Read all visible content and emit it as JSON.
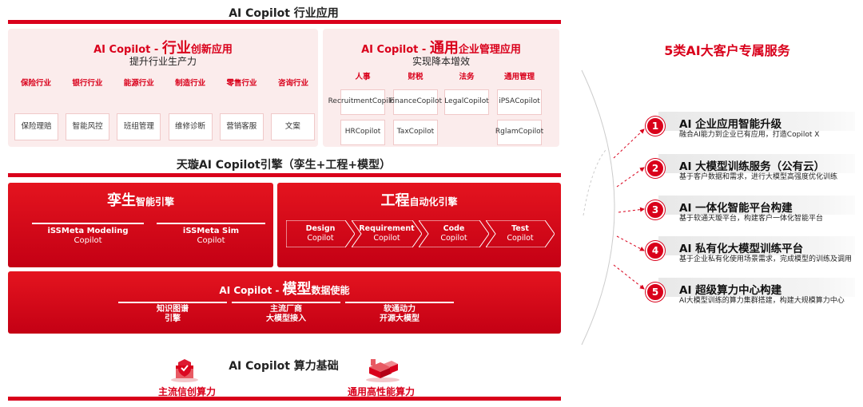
{
  "header": {
    "title": "AI Copilot 行业应用"
  },
  "industry_panel": {
    "title_prefix": "AI Copilot - ",
    "title_big": "行业",
    "title_suffix": "创新应用",
    "subtitle": "提升行业生产力",
    "industries": [
      "保险行业",
      "银行行业",
      "能源行业",
      "制造行业",
      "零售行业",
      "咨询行业"
    ],
    "apps": [
      "保险理赔",
      "智能风控",
      "班组管理",
      "维修诊断",
      "营销客服",
      "文案"
    ]
  },
  "general_panel": {
    "title_prefix": "AI Copilot - ",
    "title_big": "通用",
    "title_suffix": "企业管理应用",
    "subtitle": "实现降本增效",
    "categories": [
      "人事",
      "财税",
      "法务",
      "通用管理"
    ],
    "hr_1": [
      "Recruitment",
      "Copilot"
    ],
    "hr_2": [
      "HR",
      "Copilot"
    ],
    "fin_1": [
      "Finance",
      "Copilot"
    ],
    "fin_2": [
      "Tax",
      "Copilot"
    ],
    "legal_1": [
      "Legal",
      "Copilot"
    ],
    "gen_1": [
      "iPSA",
      "Copilot"
    ],
    "gen_2": [
      "Rglam",
      "Copilot"
    ]
  },
  "engine": {
    "title": "天璇AI Copilot引擎（孪生+工程+模型）",
    "twin": {
      "title_big": "孪生",
      "title_suffix": "智能引擎",
      "items": [
        [
          "iSSMeta Modeling",
          "Copilot"
        ],
        [
          "iSSMeta Sim",
          "Copilot"
        ]
      ]
    },
    "eng": {
      "title_big": "工程",
      "title_suffix": "自动化引擎",
      "steps": [
        [
          "Design",
          "Copilot"
        ],
        [
          "Requirement",
          "Copilot"
        ],
        [
          "Code",
          "Copilot"
        ],
        [
          "Test",
          "Copilot"
        ]
      ]
    },
    "model": {
      "title_prefix": "AI Copilot - ",
      "title_big": "模型",
      "title_suffix": "数据使能",
      "items": [
        [
          "知识图谱",
          "引擎"
        ],
        [
          "主流厂商",
          "大模型接入"
        ],
        [
          "软通动力",
          "开源大模型"
        ]
      ]
    }
  },
  "foundation": {
    "title": "AI Copilot 算力基础",
    "left_label": "主流信创算力",
    "right_label": "通用高性能算力",
    "left_icon": "server-shield-icon",
    "right_icon": "data-center-icon"
  },
  "services": {
    "title": "5类AI大客户专属服务",
    "items": [
      {
        "num": "1",
        "title": "AI  企业应用智能升级",
        "desc": "融合AI能力到企业已有应用，打造Copilot X"
      },
      {
        "num": "2",
        "title": "AI  大模型训练服务（公有云）",
        "desc": "基于客户数据和需求，进行大模型高强度优化训练"
      },
      {
        "num": "3",
        "title": "AI  一体化智能平台构建",
        "desc": "基于软通天璇平台，构建客户一体化智能平台"
      },
      {
        "num": "4",
        "title": "AI  私有化大模型训练平台",
        "desc": "基于企业私有化使用场景需求，完成模型的训练及调用"
      },
      {
        "num": "5",
        "title": "AI  超级算力中心构建",
        "desc": "AI大模型训练的算力集群搭建，构建大规模算力中心"
      }
    ]
  },
  "colors": {
    "accent": "#d9001b",
    "light_panel": "#fbecec"
  }
}
